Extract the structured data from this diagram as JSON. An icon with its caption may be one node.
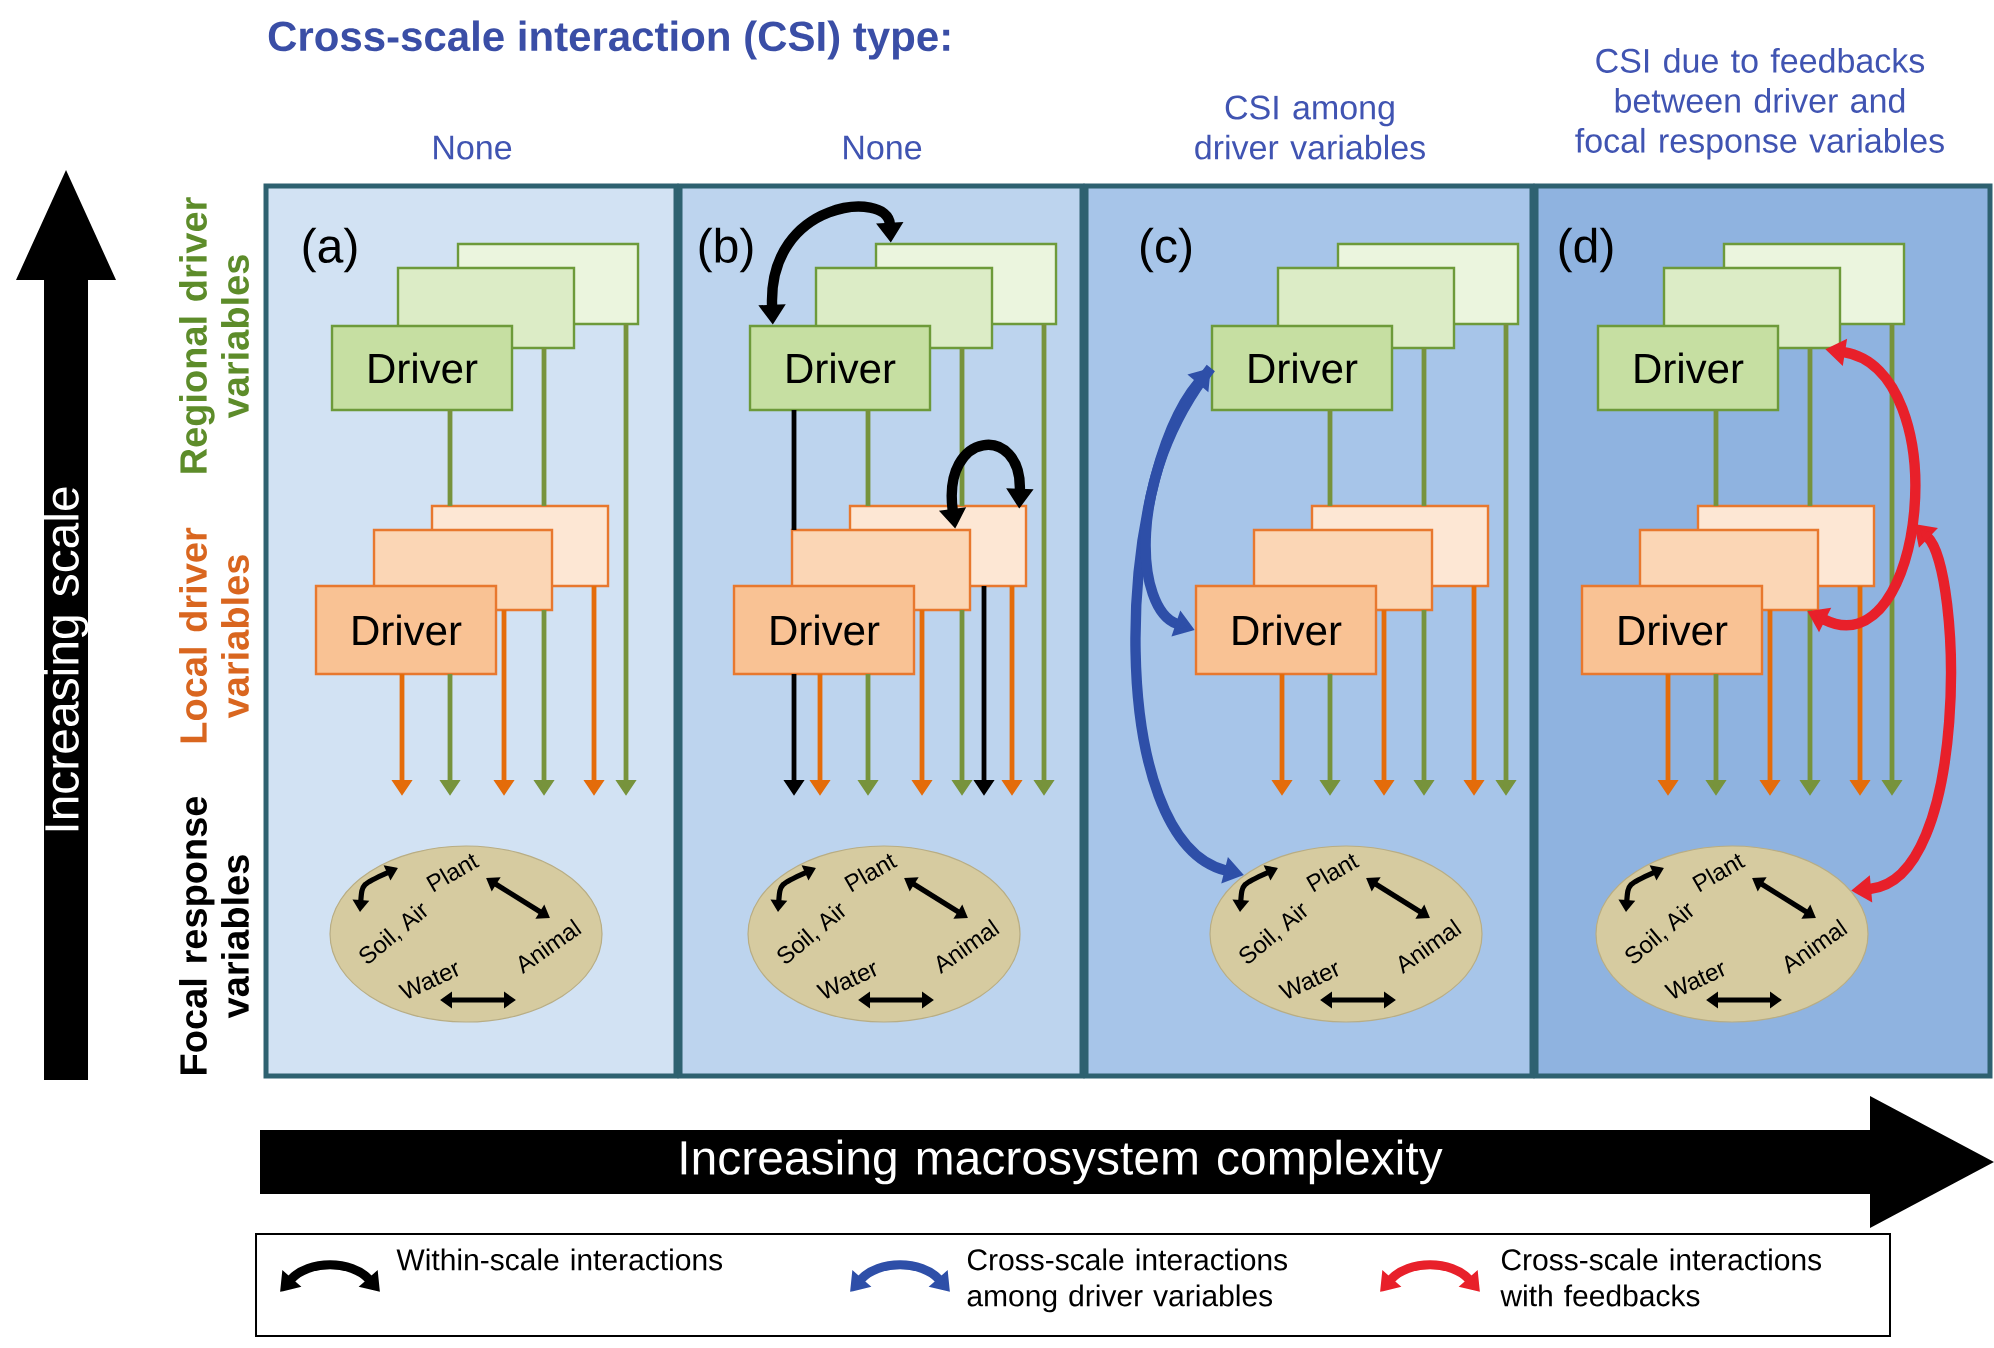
{
  "diagram": {
    "title": "Cross-scale interaction (CSI) type:",
    "nodes": [
      {
        "text": [
          "(a)"
        ],
        "beside": [
          "None"
        ]
      },
      {
        "text": [
          "Driver"
        ],
        "in": 0
      },
      {
        "text": [],
        "shape": "box",
        "in": 0
      },
      {
        "text": [],
        "shape": "box",
        "in": 0
      },
      {
        "text": [
          "Driver"
        ],
        "in": 0
      },
      {
        "text": [],
        "shape": "box",
        "in": 0
      },
      {
        "text": [],
        "shape": "box",
        "in": 0
      },
      {
        "text": [
          "Plant",
          "Animal",
          "Soil, Air",
          "Water"
        ],
        "in": 0
      },
      {
        "text": [
          "(b)"
        ],
        "beside": [
          "None"
        ]
      },
      {
        "text": [
          "Driver"
        ],
        "in": 8
      },
      {
        "text": [],
        "shape": "box",
        "in": 8
      },
      {
        "text": [],
        "shape": "box",
        "in": 8
      },
      {
        "text": [
          "Driver"
        ],
        "in": 8
      },
      {
        "text": [],
        "shape": "box",
        "in": 8
      },
      {
        "text": [],
        "shape": "box",
        "in": 8
      },
      {
        "text": [
          "Plant",
          "Animal",
          "Soil, Air",
          "Water"
        ],
        "in": 8
      },
      {
        "text": [
          "(c)"
        ],
        "beside": [
          "CSI among driver variables"
        ]
      },
      {
        "text": [
          "Driver"
        ],
        "in": 16
      },
      {
        "text": [],
        "shape": "box",
        "in": 16
      },
      {
        "text": [],
        "shape": "box",
        "in": 16
      },
      {
        "text": [
          "Driver"
        ],
        "in": 16
      },
      {
        "text": [],
        "shape": "box",
        "in": 16
      },
      {
        "text": [],
        "shape": "box",
        "in": 16
      },
      {
        "text": [
          "Plant",
          "Animal",
          "Soil, Air",
          "Water"
        ],
        "in": 16
      },
      {
        "text": [
          "(d)"
        ],
        "beside": [
          "CSI due to feedbacks between driver and focal response variables"
        ]
      },
      {
        "text": [
          "Driver"
        ],
        "in": 24
      },
      {
        "text": [],
        "shape": "box",
        "in": 24
      },
      {
        "text": [],
        "shape": "box",
        "in": 24
      },
      {
        "text": [
          "Driver"
        ],
        "in": 24
      },
      {
        "text": [],
        "shape": "box",
        "in": 24
      },
      {
        "text": [],
        "shape": "box",
        "in": 24
      },
      {
        "text": [
          "Plant",
          "Animal",
          "Soil, Air",
          "Water"
        ],
        "in": 24
      }
    ],
    "edges": [
      {
        "from": 1,
        "to": null,
        "arrow": "to",
        "color": "#77933c"
      },
      {
        "from": 2,
        "to": null,
        "arrow": "to",
        "color": "#77933c"
      },
      {
        "from": 3,
        "to": null,
        "arrow": "to",
        "color": "#77933c"
      },
      {
        "from": 4,
        "to": null,
        "arrow": "to",
        "color": "#e46c0a"
      },
      {
        "from": 5,
        "to": null,
        "arrow": "to",
        "color": "#e46c0a"
      },
      {
        "from": 6,
        "to": null,
        "arrow": "to",
        "color": "#e46c0a"
      },
      {
        "from": 9,
        "to": null,
        "arrow": "to",
        "color": "#77933c"
      },
      {
        "from": 10,
        "to": null,
        "arrow": "to",
        "color": "#77933c"
      },
      {
        "from": 11,
        "to": null,
        "arrow": "to",
        "color": "#77933c"
      },
      {
        "from": 12,
        "to": null,
        "arrow": "to",
        "color": "#e46c0a"
      },
      {
        "from": 13,
        "to": null,
        "arrow": "to",
        "color": "#e46c0a"
      },
      {
        "from": 14,
        "to": null,
        "arrow": "to",
        "color": "#e46c0a"
      },
      {
        "from": 9,
        "to": null,
        "arrow": "to",
        "color": "#000000"
      },
      {
        "from": 14,
        "to": null,
        "arrow": "to",
        "color": "#000000"
      },
      {
        "from": 9,
        "to": 11,
        "arrow": "both",
        "style": "thick",
        "color": "#000000"
      },
      {
        "from": 13,
        "to": 14,
        "arrow": "both",
        "style": "thick",
        "color": "#000000"
      },
      {
        "from": 17,
        "to": null,
        "arrow": "to",
        "color": "#77933c"
      },
      {
        "from": 18,
        "to": null,
        "arrow": "to",
        "color": "#77933c"
      },
      {
        "from": 19,
        "to": null,
        "arrow": "to",
        "color": "#77933c"
      },
      {
        "from": 20,
        "to": null,
        "arrow": "to",
        "color": "#e46c0a"
      },
      {
        "from": 21,
        "to": null,
        "arrow": "to",
        "color": "#e46c0a"
      },
      {
        "from": 22,
        "to": null,
        "arrow": "to",
        "color": "#e46c0a"
      },
      {
        "from": 17,
        "to": 23,
        "arrow": "both",
        "style": "thick",
        "color": "#2e4fa8"
      },
      {
        "from": 17,
        "to": 20,
        "arrow": "to",
        "style": "thick",
        "color": "#2e4fa8"
      },
      {
        "from": 25,
        "to": null,
        "arrow": "to",
        "color": "#77933c"
      },
      {
        "from": 26,
        "to": null,
        "arrow": "to",
        "color": "#77933c"
      },
      {
        "from": 27,
        "to": null,
        "arrow": "to",
        "color": "#77933c"
      },
      {
        "from": 28,
        "to": null,
        "arrow": "to",
        "color": "#e46c0a"
      },
      {
        "from": 29,
        "to": null,
        "arrow": "to",
        "color": "#e46c0a"
      },
      {
        "from": 30,
        "to": null,
        "arrow": "to",
        "color": "#e46c0a"
      },
      {
        "from": 26,
        "to": 29,
        "arrow": "both",
        "style": "thick",
        "color": "#e8202a"
      },
      {
        "from": 31,
        "to": null,
        "arrow": "both",
        "style": "thick",
        "color": "#e8202a"
      }
    ],
    "labels": [
      "Increasing scale",
      "Regional driver variables",
      "Local driver variables",
      "Focal response variables",
      "Increasing macrosystem complexity"
    ],
    "legend": [
      {
        "text": "Within-scale interactions",
        "color": "#000000"
      },
      {
        "text": "Cross-scale interactions among driver variables",
        "color": "#2e4fa8"
      },
      {
        "text": "Cross-scale interactions with feedbacks",
        "color": "#e8202a"
      }
    ]
  }
}
